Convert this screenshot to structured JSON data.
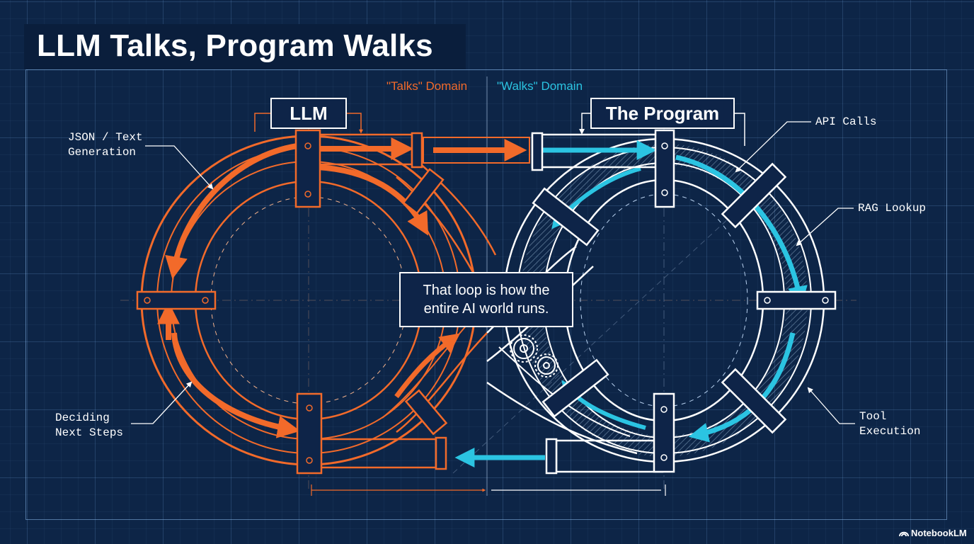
{
  "title": "LLM Talks, Program Walks",
  "domains": {
    "talks": "\"Talks\" Domain",
    "walks": "\"Walks\" Domain"
  },
  "components": {
    "llm": "LLM",
    "program": "The Program"
  },
  "callouts": {
    "json_generation": "JSON / Text\nGeneration",
    "deciding_next_steps": "Deciding\nNext Steps",
    "api_calls": "API Calls",
    "rag_lookup": "RAG Lookup",
    "tool_execution": "Tool\nExecution"
  },
  "center_note": "That loop is how the\nentire AI world runs.",
  "watermark": "NotebookLM",
  "colors": {
    "background": "#0d2547",
    "talks_accent": "#f26a2a",
    "walks_accent": "#2bc4e2",
    "line": "#ffffff"
  },
  "icons": [
    "pipe-clamp-icon",
    "gear-icon",
    "flow-arrow-icon",
    "notebooklm-logo-icon"
  ]
}
